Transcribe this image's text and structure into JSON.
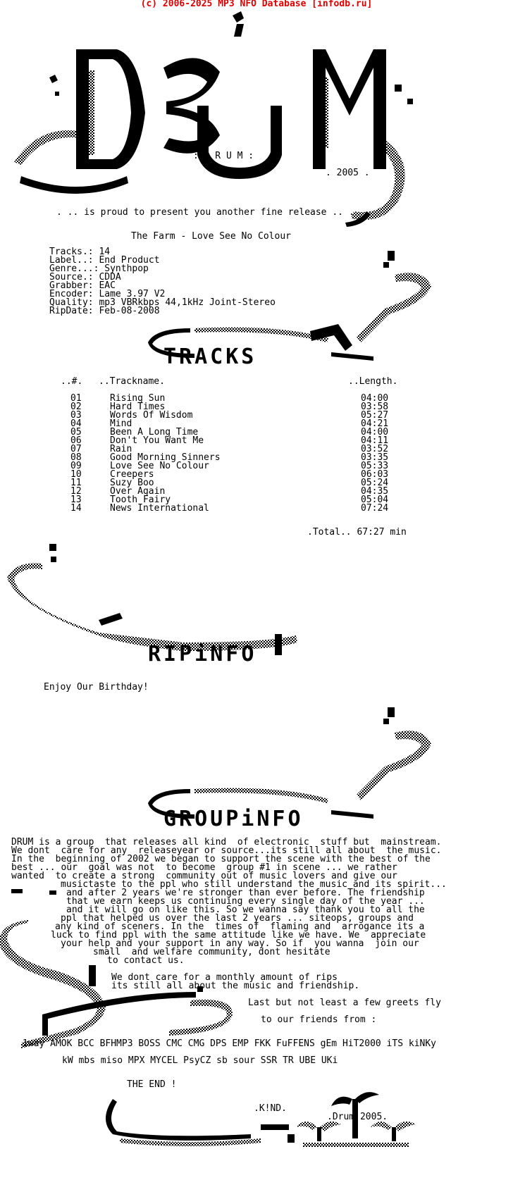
{
  "header": "(c) 2006-2025 MP3 NFO Database [infodb.ru]",
  "logo": {
    "group_label": ": D R U M :",
    "year_label": ". 2005 ."
  },
  "intro": ". .. is proud to present you another fine release .. .",
  "release_title": "The Farm - Love See No Colour",
  "info": [
    "Tracks.: 14",
    "Label..: End Product",
    "Genre...: Synthpop",
    "Source.: CDDA",
    "Grabber: EAC",
    "Encoder: Lame 3.97 V2",
    "Quality: mp3 VBRkbps 44,1kHz Joint-Stereo",
    "RipDate: Feb-08-2008"
  ],
  "tracks_heading": "TRACKS",
  "tracklist": {
    "col_num": "..#.",
    "col_name": "..Trackname.",
    "col_len": "..Length.",
    "tracks": [
      {
        "n": "01",
        "name": "Rising Sun",
        "len": "04:00"
      },
      {
        "n": "02",
        "name": "Hard Times",
        "len": "03:58"
      },
      {
        "n": "03",
        "name": "Words Of Wisdom",
        "len": "05:27"
      },
      {
        "n": "04",
        "name": "Mind",
        "len": "04:21"
      },
      {
        "n": "05",
        "name": "Been A Long Time",
        "len": "04:00"
      },
      {
        "n": "06",
        "name": "Don't You Want Me",
        "len": "04:11"
      },
      {
        "n": "07",
        "name": "Rain",
        "len": "03:52"
      },
      {
        "n": "08",
        "name": "Good Morning Sinners",
        "len": "03:35"
      },
      {
        "n": "09",
        "name": "Love See No Colour",
        "len": "05:33"
      },
      {
        "n": "10",
        "name": "Creepers",
        "len": "06:03"
      },
      {
        "n": "11",
        "name": "Suzy Boo",
        "len": "05:24"
      },
      {
        "n": "12",
        "name": "Over Again",
        "len": "04:35"
      },
      {
        "n": "13",
        "name": "Tooth Fairy",
        "len": "05:04"
      },
      {
        "n": "14",
        "name": "News International",
        "len": "07:24"
      }
    ],
    "total": ".Total.. 67:27 min"
  },
  "ripinfo_heading": "RIPiNFO",
  "ripinfo_text": "Enjoy Our Birthday!",
  "groupinfo_heading": "GROUPiNFO",
  "groupinfo_lines": [
    "DRUM is a group  that releases all kind  of electronic  stuff but  mainstream.",
    "We dont  care for any  releaseyear or source...its still all about  the music.",
    "In the  beginning of 2002 we began to support the scene with the best of the",
    "best ... our  goal was not  to become  group #1 in scene ... we rather",
    "wanted  to create a strong  community out of music lovers and give our",
    "musictaste to the ppl who still understand the music and its spirit...",
    "and after 2 years we're stronger than ever before. The friendship",
    "that we earn keeps us continuing every single day of the year ...",
    "and it will go on like this. So we wanna say thank you to all the",
    "ppl that helped us over the last 2 years ... siteops, groups and",
    "any kind of sceners. In the  times of  flaming and  arrogance its a",
    "luck to find ppl with the same attitude like we have. We  appreciate",
    "your help and your support in any way. So if  you wanna  join our",
    "small  and welfare community, dont hesitate",
    "to contact us."
  ],
  "motto_lines": [
    "We dont care for a monthly amount of rips",
    "its still all about the music and friendship."
  ],
  "greets_lines": [
    "Last but not least a few greets fly",
    "to our friends from :"
  ],
  "greets_groups_1": "1way AMOK BCC BFHMP3 BOSS CMC CMG DPS EMP FKK FuFFENS gEm HiT2000 iTS kiNKy",
  "greets_groups_2": "kW mbs miso MPX MYCEL PsyCZ sb sour SSR TR UBE UKi",
  "the_end": "THE END !",
  "kind_sig": ".K!ND.",
  "footer_sig": ".Drum 2005."
}
